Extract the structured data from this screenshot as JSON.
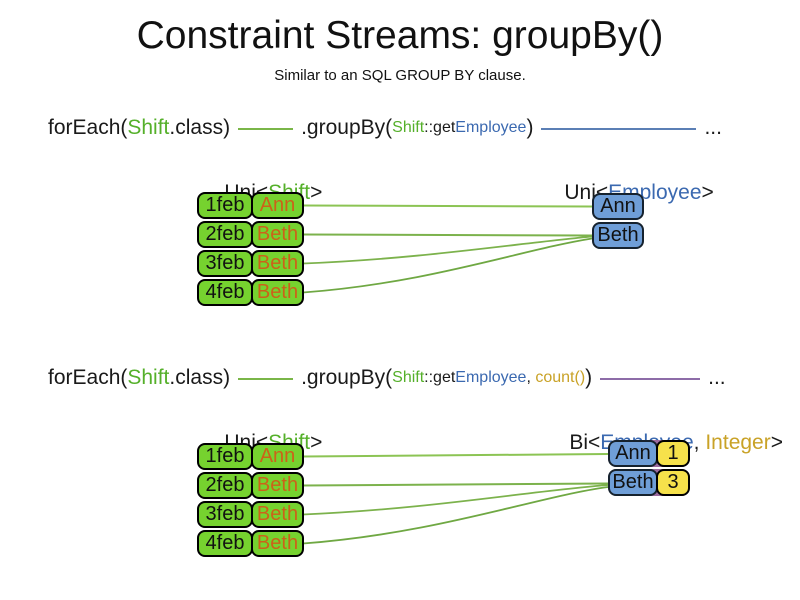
{
  "title": "Constraint Streams: groupBy()",
  "subtitle": "Similar to an SQL GROUP BY clause.",
  "colors": {
    "green_text": "#55b02a",
    "green_box": "#76d22f",
    "blue_text": "#3b69b0",
    "blue_box": "#6f9ed7",
    "orange_text": "#cc6219",
    "gold_text": "#c9a227",
    "yellow_box": "#f6e14b",
    "purple_pair": "#9b6a9e",
    "connector_green": "#7cb24c",
    "dash_green": "#7ab648",
    "dash_blue": "#5b7fb5",
    "dash_purple": "#8d6ca8"
  },
  "section1": {
    "code": {
      "foreach": "forEach(",
      "foreach_arg": "Shift",
      "foreach_close": ".class)",
      "groupby": ".groupBy(",
      "arg_class": "Shift",
      "arg_accessor": "::get",
      "arg_type": "Employee",
      "close": ")",
      "ellipsis": "..."
    },
    "left_label": {
      "pre": "Uni<",
      "type": "Shift",
      "post": ">"
    },
    "right_label": {
      "pre": "Uni<",
      "type": "Employee",
      "post": ">"
    },
    "shifts": [
      {
        "date": "1feb",
        "employee": "Ann"
      },
      {
        "date": "2feb",
        "employee": "Beth"
      },
      {
        "date": "3feb",
        "employee": "Beth"
      },
      {
        "date": "4feb",
        "employee": "Beth"
      }
    ],
    "groups": [
      {
        "employee": "Ann"
      },
      {
        "employee": "Beth"
      }
    ],
    "links": [
      {
        "from": "1feb",
        "to": "Ann"
      },
      {
        "from": "2feb",
        "to": "Beth"
      },
      {
        "from": "3feb",
        "to": "Beth"
      },
      {
        "from": "4feb",
        "to": "Beth"
      }
    ]
  },
  "section2": {
    "code": {
      "foreach": "forEach(",
      "foreach_arg": "Shift",
      "foreach_close": ".class)",
      "groupby": ".groupBy(",
      "arg_class": "Shift",
      "arg_accessor": "::get",
      "arg_type": "Employee",
      "arg_sep": ", ",
      "arg_collector": "count()",
      "close": ")",
      "ellipsis": "..."
    },
    "left_label": {
      "pre": "Uni<",
      "type": "Shift",
      "post": ">"
    },
    "right_label": {
      "pre": "Bi<",
      "type1": "Employee",
      "sep": ", ",
      "type2": "Integer",
      "post": ">"
    },
    "shifts": [
      {
        "date": "1feb",
        "employee": "Ann"
      },
      {
        "date": "2feb",
        "employee": "Beth"
      },
      {
        "date": "3feb",
        "employee": "Beth"
      },
      {
        "date": "4feb",
        "employee": "Beth"
      }
    ],
    "groups": [
      {
        "employee": "Ann",
        "count": "1"
      },
      {
        "employee": "Beth",
        "count": "3"
      }
    ],
    "links": [
      {
        "from": "1feb",
        "to": "Ann"
      },
      {
        "from": "2feb",
        "to": "Beth"
      },
      {
        "from": "3feb",
        "to": "Beth"
      },
      {
        "from": "4feb",
        "to": "Beth"
      }
    ]
  }
}
